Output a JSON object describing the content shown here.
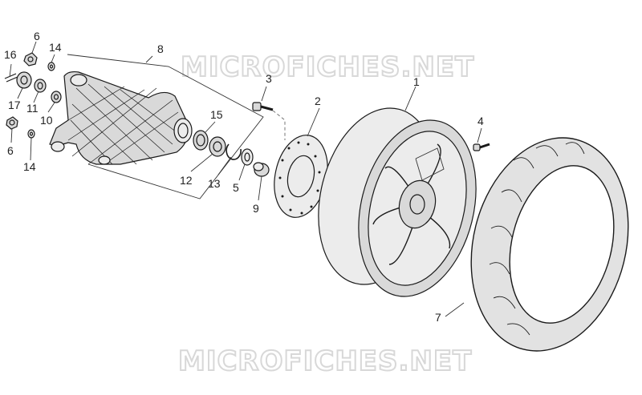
{
  "watermark": {
    "top": "MICROFICHES.NET",
    "bottom": "MICROFICHES.NET"
  },
  "callouts": [
    "1",
    "2",
    "3",
    "4",
    "5",
    "6",
    "6",
    "7",
    "8",
    "9",
    "10",
    "11",
    "12",
    "13",
    "14",
    "14",
    "15",
    "16",
    "17"
  ],
  "colors": {
    "line": "#1a1a1a",
    "fill": "#d9d9d9",
    "watermark": "#d4d4d4"
  }
}
